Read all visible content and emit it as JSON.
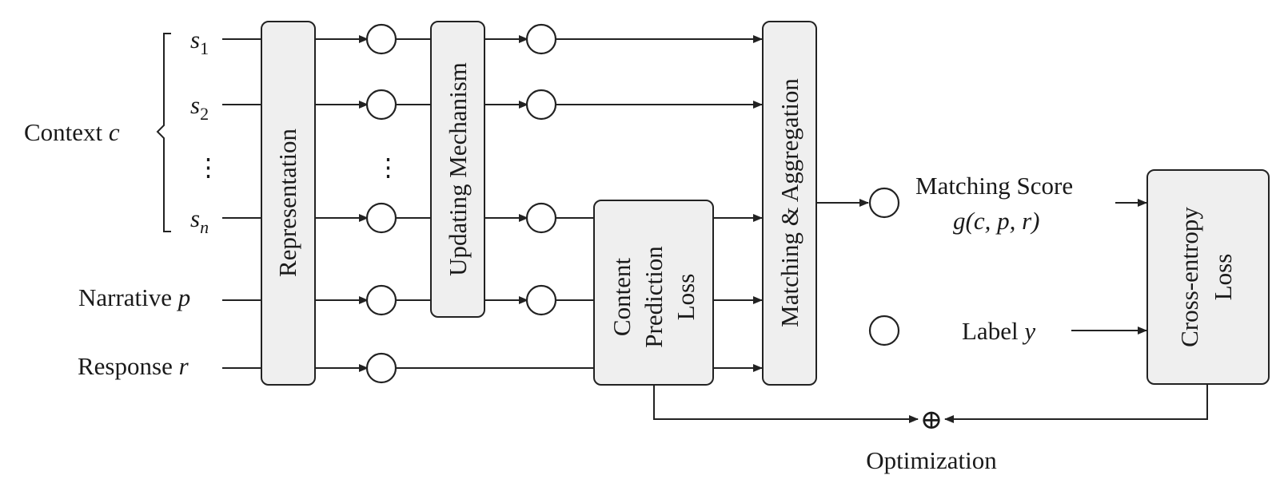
{
  "inputs": {
    "context_label": "Context",
    "context_var": "c",
    "narrative_label": "Narrative",
    "narrative_var": "p",
    "response_label": "Response",
    "response_var": "r",
    "s_letter": "s",
    "s1_sub": "1",
    "s2_sub": "2",
    "sn_sub": "n",
    "vdots": "⋮"
  },
  "blocks": {
    "representation": "Representation",
    "updating": "Updating Mechanism",
    "content_line1": "Content",
    "content_line2": "Prediction",
    "content_line3": "Loss",
    "matching": "Matching & Aggregation",
    "crossentropy_line1": "Cross-entropy",
    "crossentropy_line2": "Loss"
  },
  "outputs": {
    "score_label": "Matching Score",
    "score_formula": "g(c, p, r)",
    "label_text": "Label",
    "label_var": "y",
    "optimization": "Optimization",
    "oplus": "⊕"
  }
}
